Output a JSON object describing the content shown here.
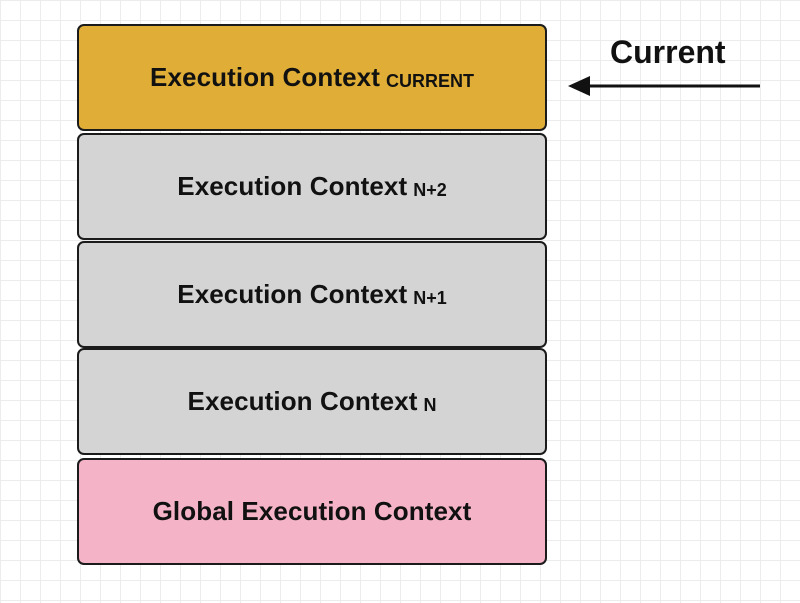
{
  "pointer": {
    "label": "Current",
    "icon": "arrow-left-icon"
  },
  "colors": {
    "current": "#e0ae36",
    "pending": "#d4d4d4",
    "global": "#f4b3c6",
    "border": "#1b1b1b"
  },
  "stack": [
    {
      "main": "Execution Context",
      "sub": "CURRENT",
      "color": "#e0ae36"
    },
    {
      "main": "Execution Context",
      "sub": "N+2",
      "color": "#d4d4d4"
    },
    {
      "main": "Execution Context",
      "sub": "N+1",
      "color": "#d4d4d4"
    },
    {
      "main": "Execution Context",
      "sub": "N",
      "color": "#d4d4d4"
    },
    {
      "main": "Global Execution Context",
      "sub": "",
      "color": "#f4b3c6"
    }
  ]
}
